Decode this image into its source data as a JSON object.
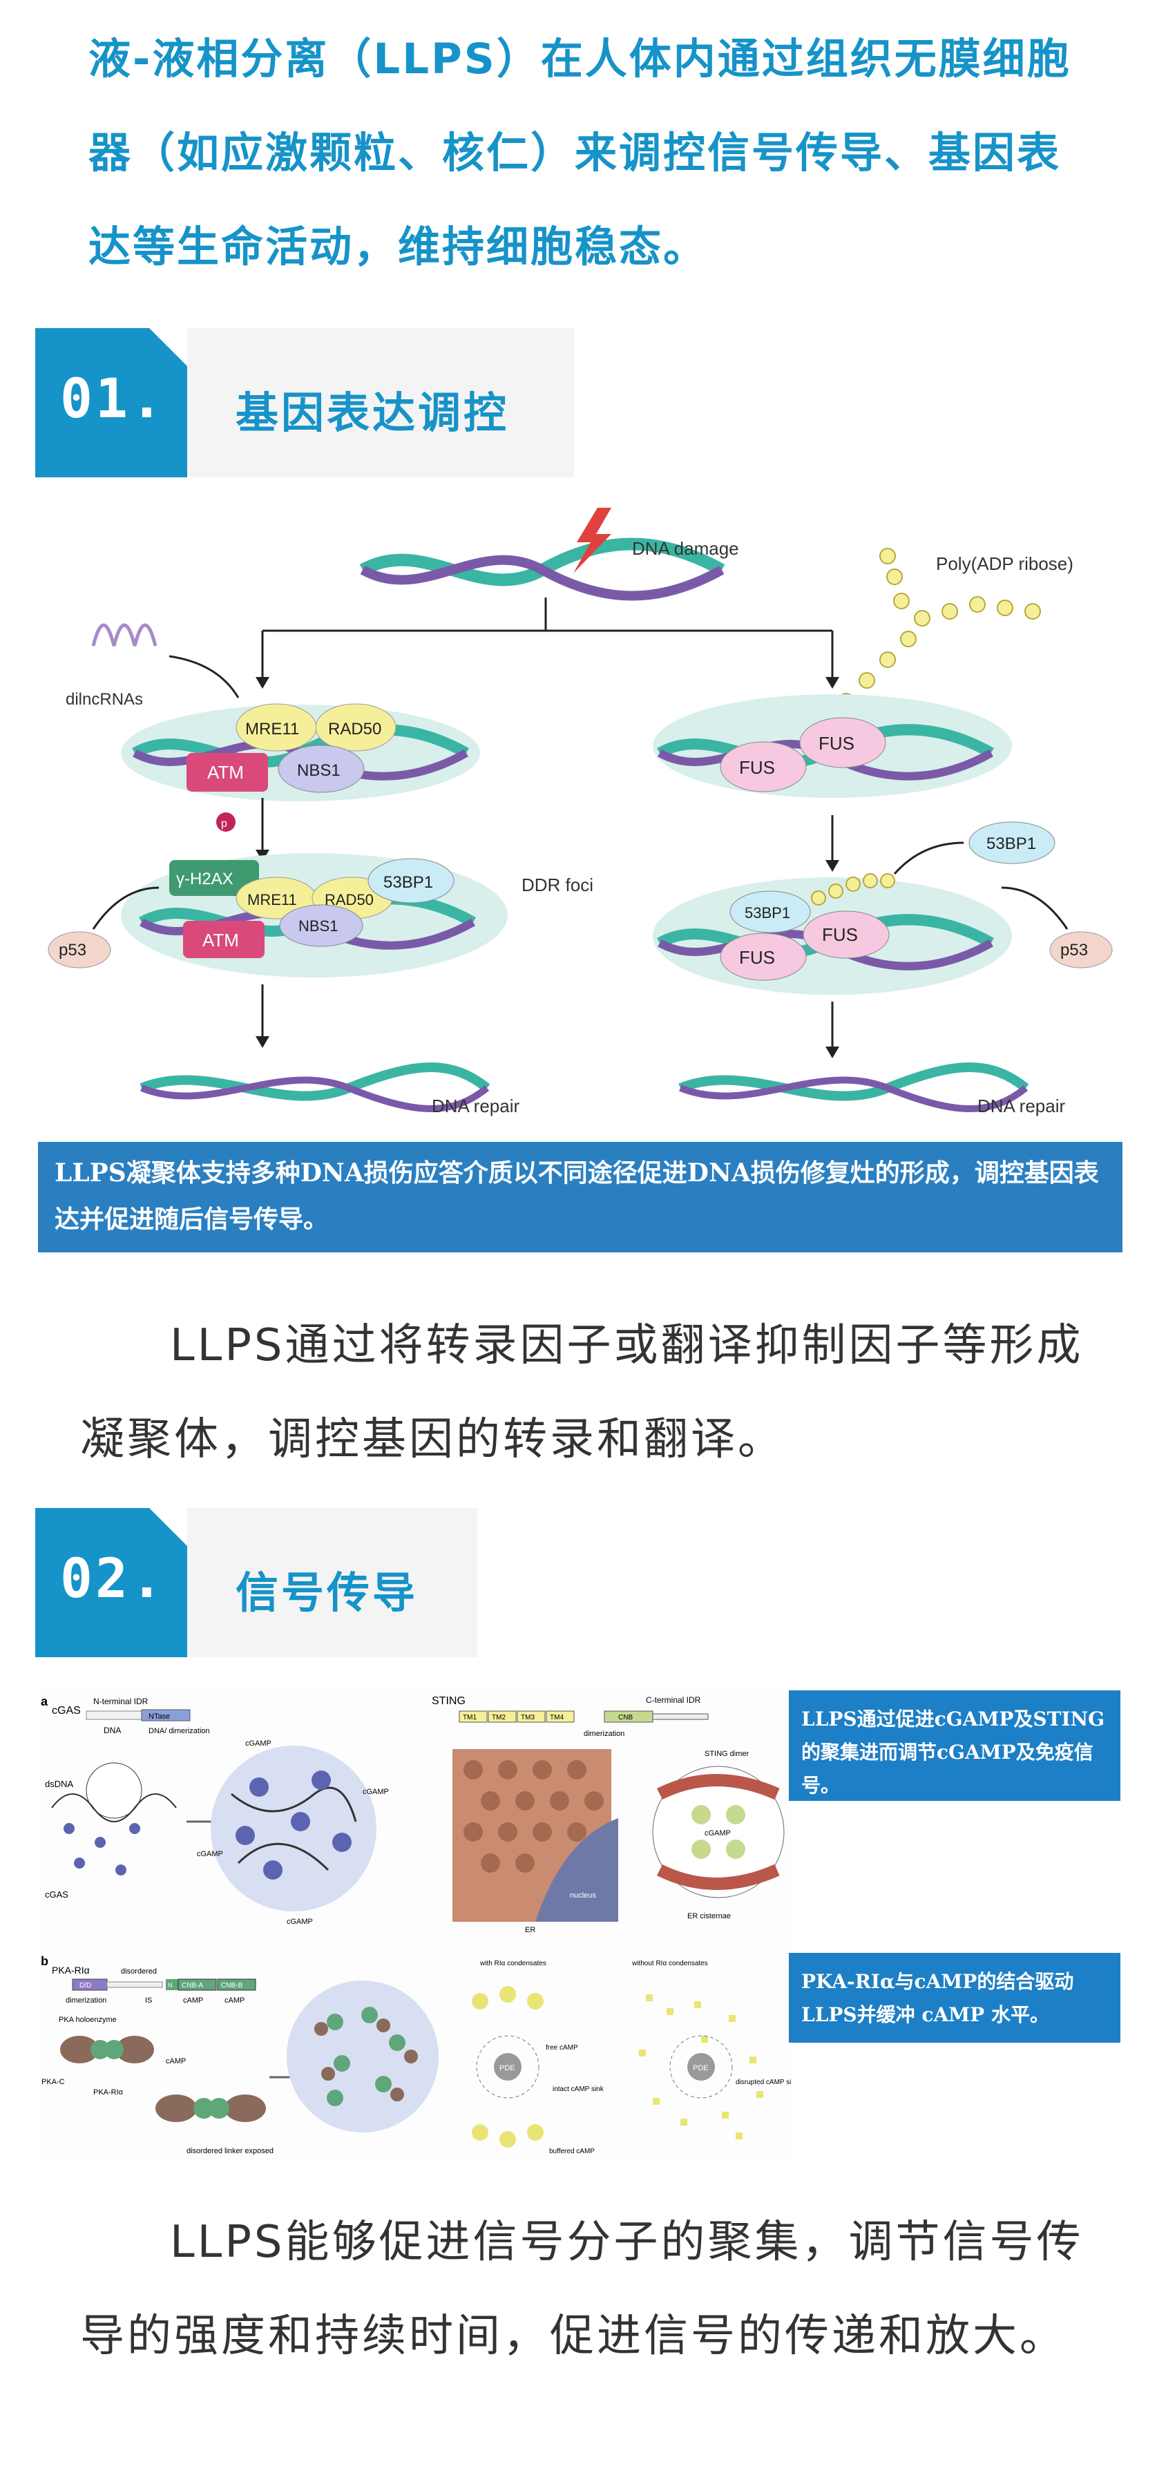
{
  "intro": "液-液相分离（LLPS）在人体内通过组织无膜细胞器（如应激颗粒、核仁）来调控信号传导、基因表达等生命活动，维持细胞稳态。",
  "section1": {
    "number": "01.",
    "title": "基因表达调控",
    "figure": {
      "dna_damage": "DNA damage",
      "dilncrnas": "dilncRNAs",
      "mre11": "MRE11",
      "rad50": "RAD50",
      "atm": "ATM",
      "nbs1": "NBS1",
      "p_mark": "p",
      "gamma_h2ax": "γ-H2AX",
      "bp53_1": "53BP1",
      "ddr_foci": "DDR foci",
      "p53": "p53",
      "dna_repair": "DNA repair",
      "poly_adp": "Poly(ADP ribose)",
      "fus": "FUS"
    },
    "caption": "LLPS凝聚体支持多种DNA损伤应答介质以不同途径促进DNA损伤修复灶的形成，调控基因表达并促进随后信号传导。",
    "body": "LLPS通过将转录因子或翻译抑制因子等形成凝聚体，调控基因的转录和翻译。"
  },
  "section2": {
    "number": "02.",
    "title": "信号传导",
    "figure_a": {
      "panel": "a",
      "cgas": "cGAS",
      "n_idr": "N-terminal IDR",
      "ntase": "NTase",
      "dna": "DNA",
      "dna_dimer": "DNA/ dimerization",
      "dsdna": "dsDNA",
      "cgamp": "cGAMP",
      "sting": "STING",
      "c_idr": "C-terminal IDR",
      "tm1": "TM1",
      "tm2": "TM2",
      "tm3": "TM3",
      "tm4": "TM4",
      "cnb": "CNB",
      "dimerization": "dimerization",
      "sting_dimer": "STING dimer",
      "er": "ER",
      "nucleus": "nucleus",
      "er_cisternae": "ER cisternae"
    },
    "figure_b": {
      "panel": "b",
      "pka": "PKA-RIα",
      "disordered": "disordered",
      "dd": "D/D",
      "is": "IS",
      "n": "N",
      "cnba": "CNB-A",
      "cnbb": "CNB-B",
      "dimerization": "dimerization",
      "camp": "cAMP",
      "holoenzyme": "PKA holoenzyme",
      "pkac": "PKA-C",
      "pkar": "PKA-RIα",
      "linker": "disordered linker exposed",
      "with": "with RIα condensates",
      "without": "without RIα condensates",
      "free_camp": "free cAMP",
      "pde": "PDE",
      "intact": "intact cAMP sink",
      "buffered": "buffered cAMP",
      "disrupted": "disrupted cAMP sink"
    },
    "note1": "LLPS通过促进cGAMP及STING的聚集进而调节cGAMP及免疫信号。",
    "note2": "PKA-RIα与cAMP的结合驱动LLPS并缓冲 cAMP 水平。",
    "body": "LLPS能够促进信号分子的聚集，调节信号传导的强度和持续时间，促进信号的传递和放大。"
  }
}
